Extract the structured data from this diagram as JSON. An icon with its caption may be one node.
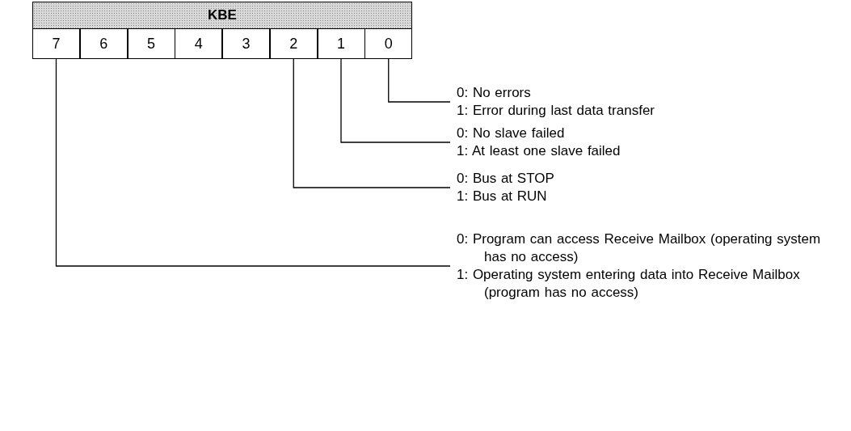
{
  "diagram": {
    "nodes": [
      {
        "text": [
          "KBE"
        ]
      },
      {
        "text": [
          "7"
        ]
      },
      {
        "text": [
          "6"
        ]
      },
      {
        "text": [
          "5"
        ]
      },
      {
        "text": [
          "4"
        ]
      },
      {
        "text": [
          "3"
        ]
      },
      {
        "text": [
          "2"
        ]
      },
      {
        "text": [
          "1"
        ]
      },
      {
        "text": [
          "0"
        ]
      },
      {
        "text": [
          "0: No errors",
          "1: Error during last data transfer"
        ]
      },
      {
        "text": [
          "0: No slave failed",
          "1: At least one slave failed"
        ]
      },
      {
        "text": [
          "0: Bus at STOP",
          "1: Bus at RUN"
        ]
      },
      {
        "text": [
          "0: Program can access Receive Mailbox (operating system has no access)",
          "1: Operating system entering data into Receive Mailbox (program has no access)"
        ]
      }
    ],
    "edges": [
      {
        "from": 8,
        "to": 9,
        "arrow": "none"
      },
      {
        "from": 7,
        "to": 10,
        "arrow": "none"
      },
      {
        "from": 6,
        "to": 11,
        "arrow": "none"
      },
      {
        "from": 1,
        "to": 12,
        "arrow": "none"
      }
    ]
  }
}
